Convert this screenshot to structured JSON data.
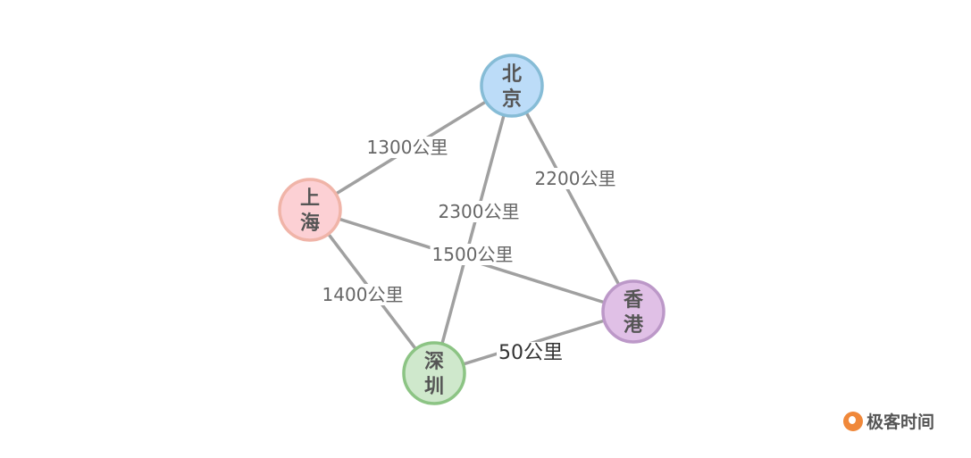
{
  "nodes": [
    {
      "id": "bj",
      "label": [
        "北",
        "京"
      ],
      "fill": "#bcdcf8",
      "stroke": "#86bcd6"
    },
    {
      "id": "sh",
      "label": [
        "上",
        "海"
      ],
      "fill": "#fcd0d4",
      "stroke": "#f0b4a8"
    },
    {
      "id": "sz",
      "label": [
        "深",
        "圳"
      ],
      "fill": "#cfe8cc",
      "stroke": "#8cc484"
    },
    {
      "id": "hk",
      "label": [
        "香",
        "港"
      ],
      "fill": "#e0c0e6",
      "stroke": "#bc98c8"
    }
  ],
  "edges": [
    {
      "from": "bj",
      "to": "sh",
      "label": "1300公里"
    },
    {
      "from": "bj",
      "to": "hk",
      "label": "2200公里"
    },
    {
      "from": "bj",
      "to": "sz",
      "label": "2300公里"
    },
    {
      "from": "sh",
      "to": "hk",
      "label": "1500公里"
    },
    {
      "from": "sh",
      "to": "sz",
      "label": "1400公里"
    },
    {
      "from": "sz",
      "to": "hk",
      "label": "50公里",
      "emphasis": true
    }
  ],
  "edge_color": "#a0a0a0",
  "logo": {
    "text": "极客时间"
  }
}
